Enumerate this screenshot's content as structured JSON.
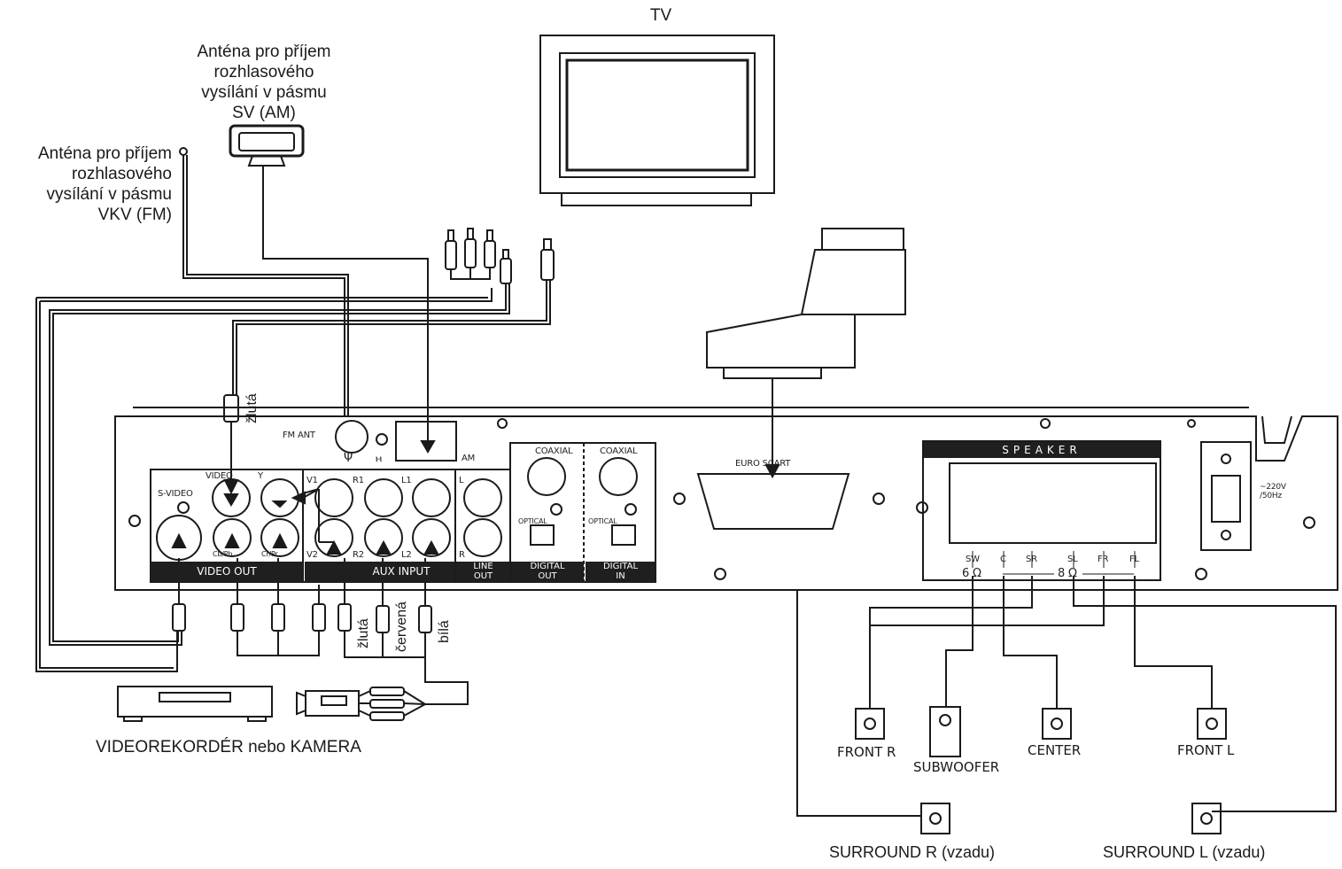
{
  "labels": {
    "tv": "TV",
    "am_antenna": [
      "Anténa pro příjem",
      "rozhlasového",
      "vysílání v pásmu",
      "SV (AM)"
    ],
    "fm_antenna": [
      "Anténa pro příjem",
      "rozhlasového",
      "vysílání v pásmu",
      "VKV (FM)"
    ],
    "vcr_camera": "VIDEOREKORDÉR nebo KAMERA",
    "wire_yellow_top": "žlutá",
    "wire_yellow": "žlutá",
    "wire_red": "červená",
    "wire_white": "bílá"
  },
  "panel": {
    "fm_ant": "FM ANT",
    "am": "AM",
    "euro_scart": "EURO SCART",
    "s_video": "S-VIDEO",
    "video": "VIDEO",
    "y": "Y",
    "cb_pb": "Cb/Pb",
    "cr_pr": "Cr/Pr",
    "v1": "V1",
    "r1": "R1",
    "l1": "L1",
    "v2": "V2",
    "r2": "R2",
    "l2": "L2",
    "l": "L",
    "r": "R",
    "coaxial_out": "COAXIAL",
    "optical_out": "OPTICAL",
    "coaxial_in": "COAXIAL",
    "optical_in": "OPTICAL",
    "video_out": "VIDEO OUT",
    "aux_input": "AUX INPUT",
    "line_out": [
      "LINE",
      "OUT"
    ],
    "digital_out": [
      "DIGITAL",
      "OUT"
    ],
    "digital_in": [
      "DIGITAL",
      "IN"
    ],
    "speaker": "SPEAKER",
    "sw": "SW",
    "c": "C",
    "sr": "SR",
    "sl": "SL",
    "fr": "FR",
    "fl": "FL",
    "ohm6": "6 Ω",
    "ohm8": "8 Ω",
    "power": [
      "~220V",
      "/50Hz"
    ]
  },
  "speakers": {
    "front_r": "FRONT  R",
    "subwoofer": "SUBWOOFER",
    "center": "CENTER",
    "front_l": "FRONT  L",
    "surround_r": "SURROUND R (vzadu)",
    "surround_l": "SURROUND L (vzadu)"
  },
  "colors": {
    "line": "#1a1a1a",
    "bar": "#1f1f1f",
    "paper": "#ffffff"
  }
}
